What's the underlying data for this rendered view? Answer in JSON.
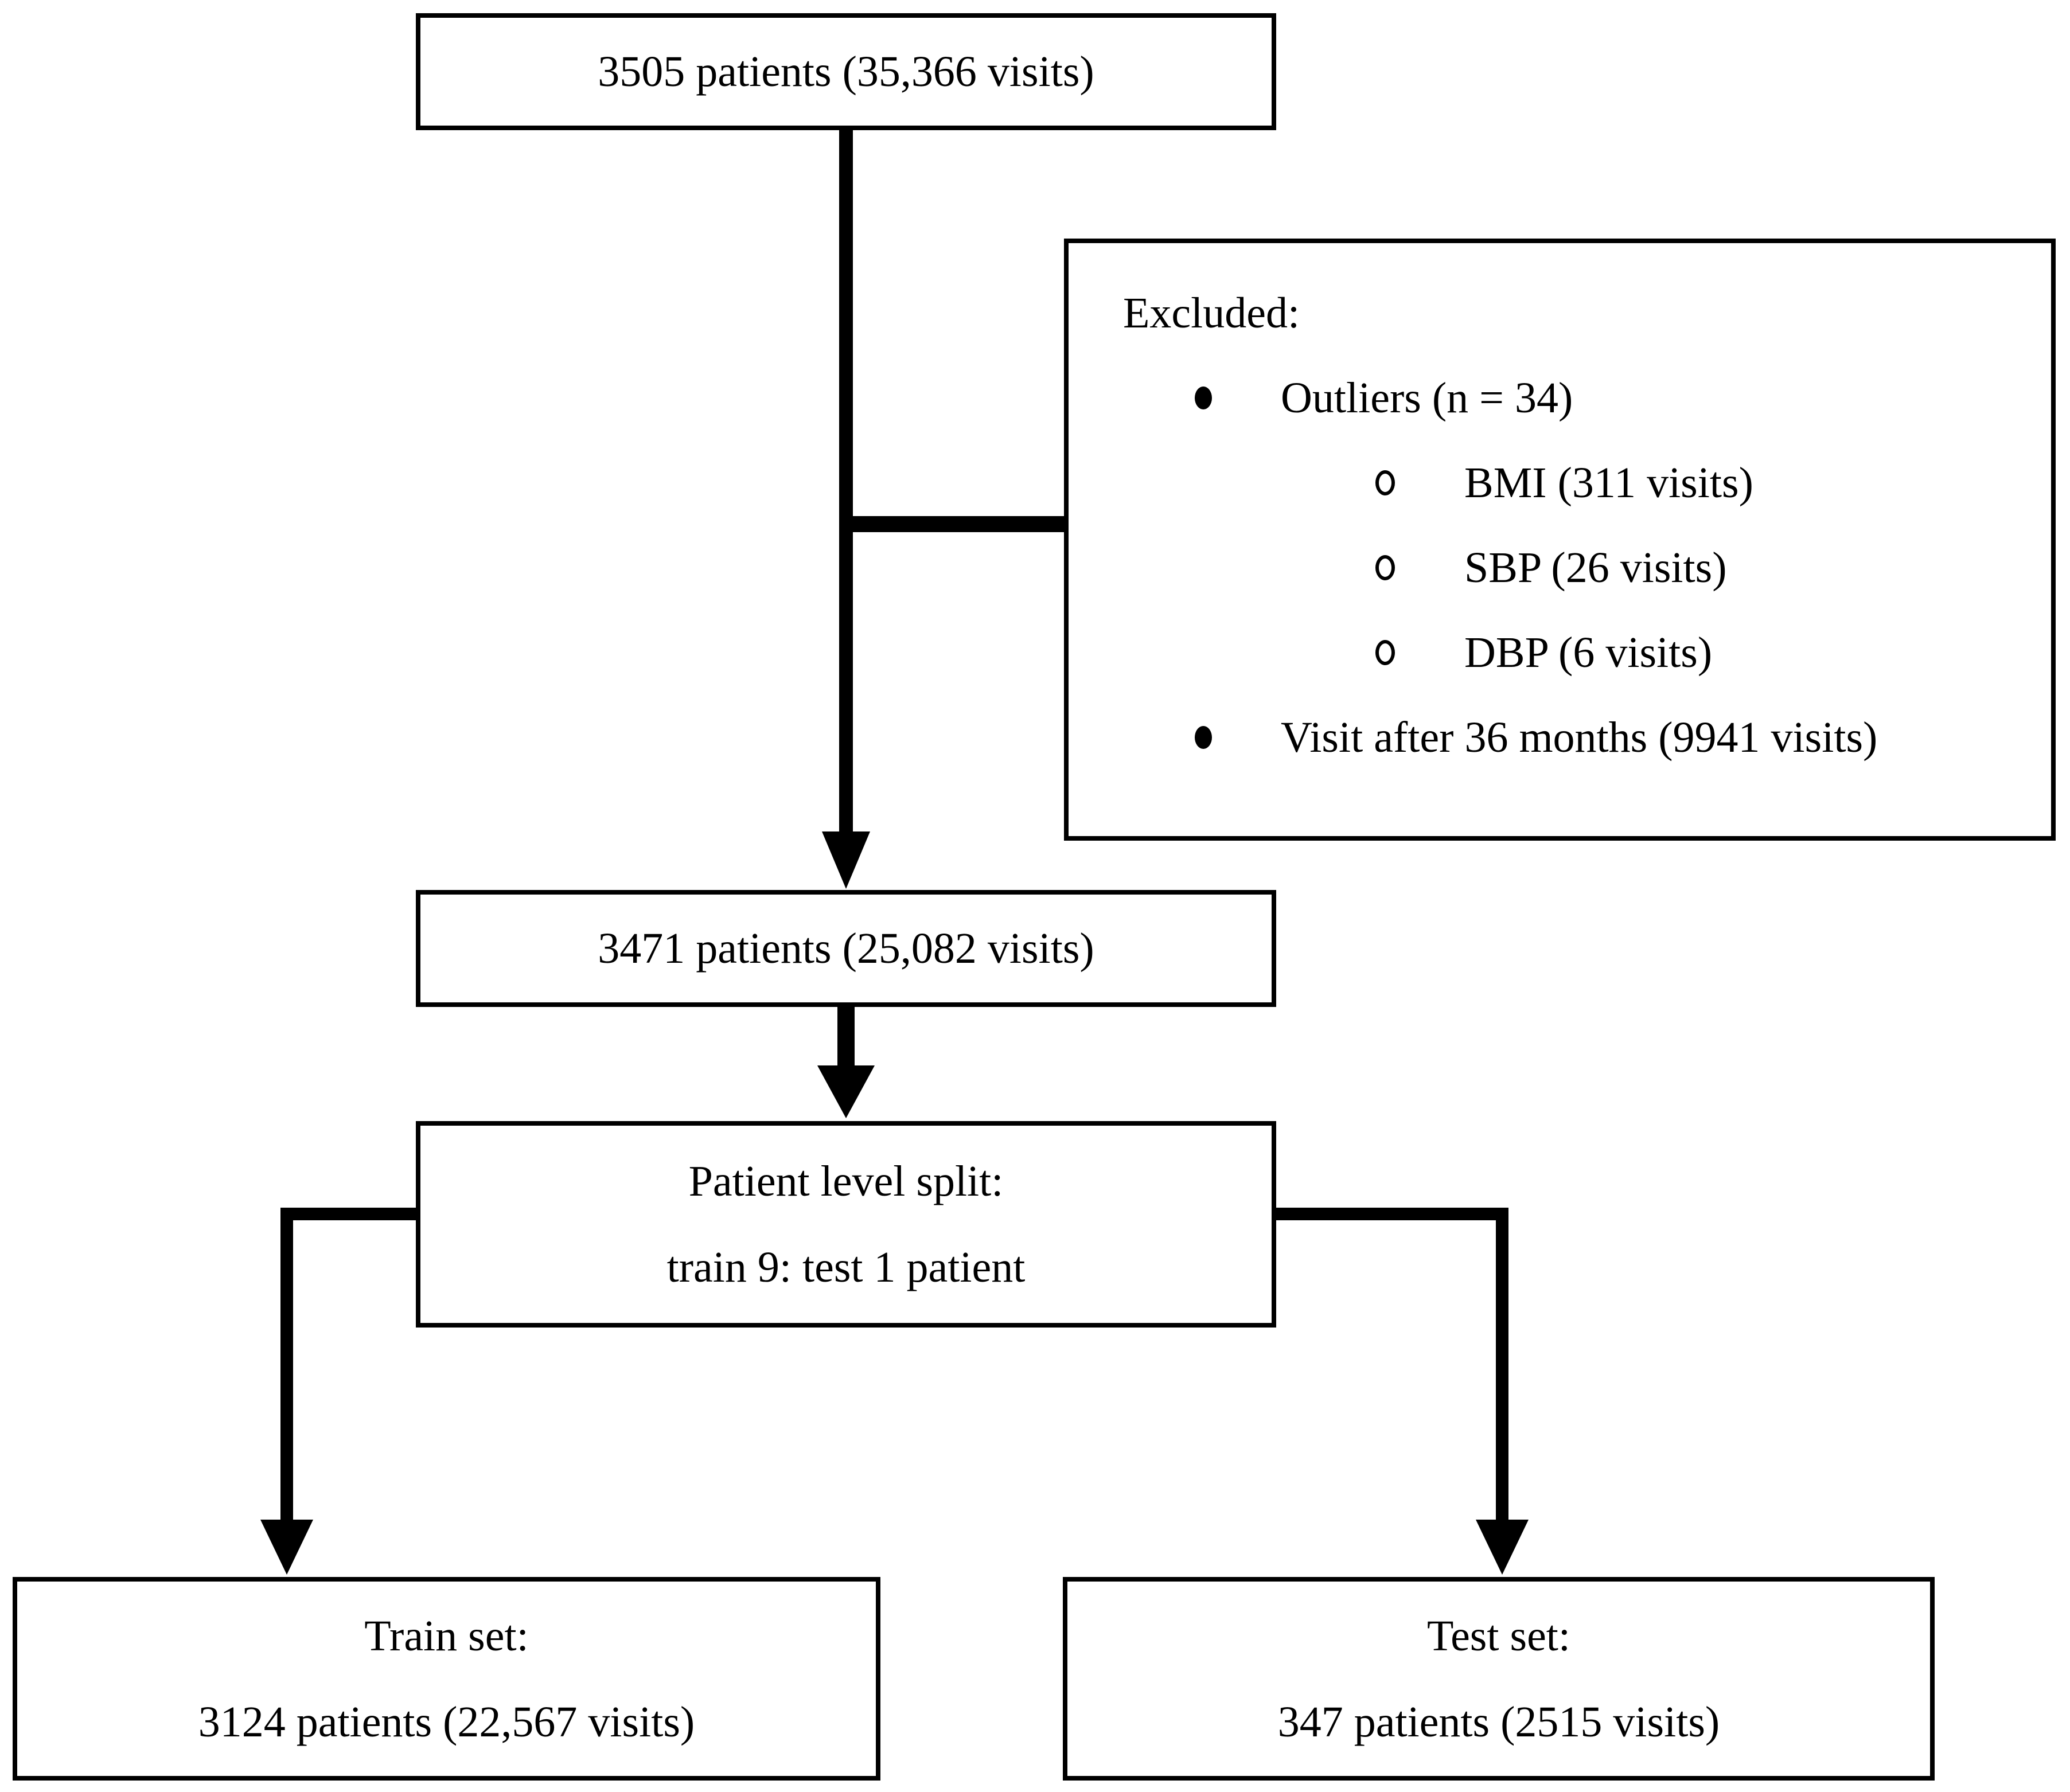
{
  "page": {
    "background_color": "#ffffff",
    "line_color": "#000000"
  },
  "nodes": {
    "initial": {
      "label": "3505 patients (35,366 visits)"
    },
    "excluded": {
      "heading": "Excluded:",
      "items": [
        {
          "level": 1,
          "marker": "disc-bullet-icon",
          "text": "Outliers (n = 34)"
        },
        {
          "level": 2,
          "marker": "circle-bullet-icon",
          "text": "BMI (311 visits)"
        },
        {
          "level": 2,
          "marker": "circle-bullet-icon",
          "text": "SBP (26 visits)"
        },
        {
          "level": 2,
          "marker": "circle-bullet-icon",
          "text": "DBP (6 visits)"
        },
        {
          "level": 1,
          "marker": "disc-bullet-icon",
          "text": "Visit after 36 months (9941 visits)"
        }
      ]
    },
    "filtered": {
      "label": "3471 patients (25,082 visits)"
    },
    "split": {
      "line1": "Patient level split:",
      "line2": "train 9: test 1 patient"
    },
    "train": {
      "line1": "Train set:",
      "line2": "3124 patients (22,567 visits)"
    },
    "test": {
      "line1": "Test set:",
      "line2": "347 patients (2515 visits)"
    }
  }
}
